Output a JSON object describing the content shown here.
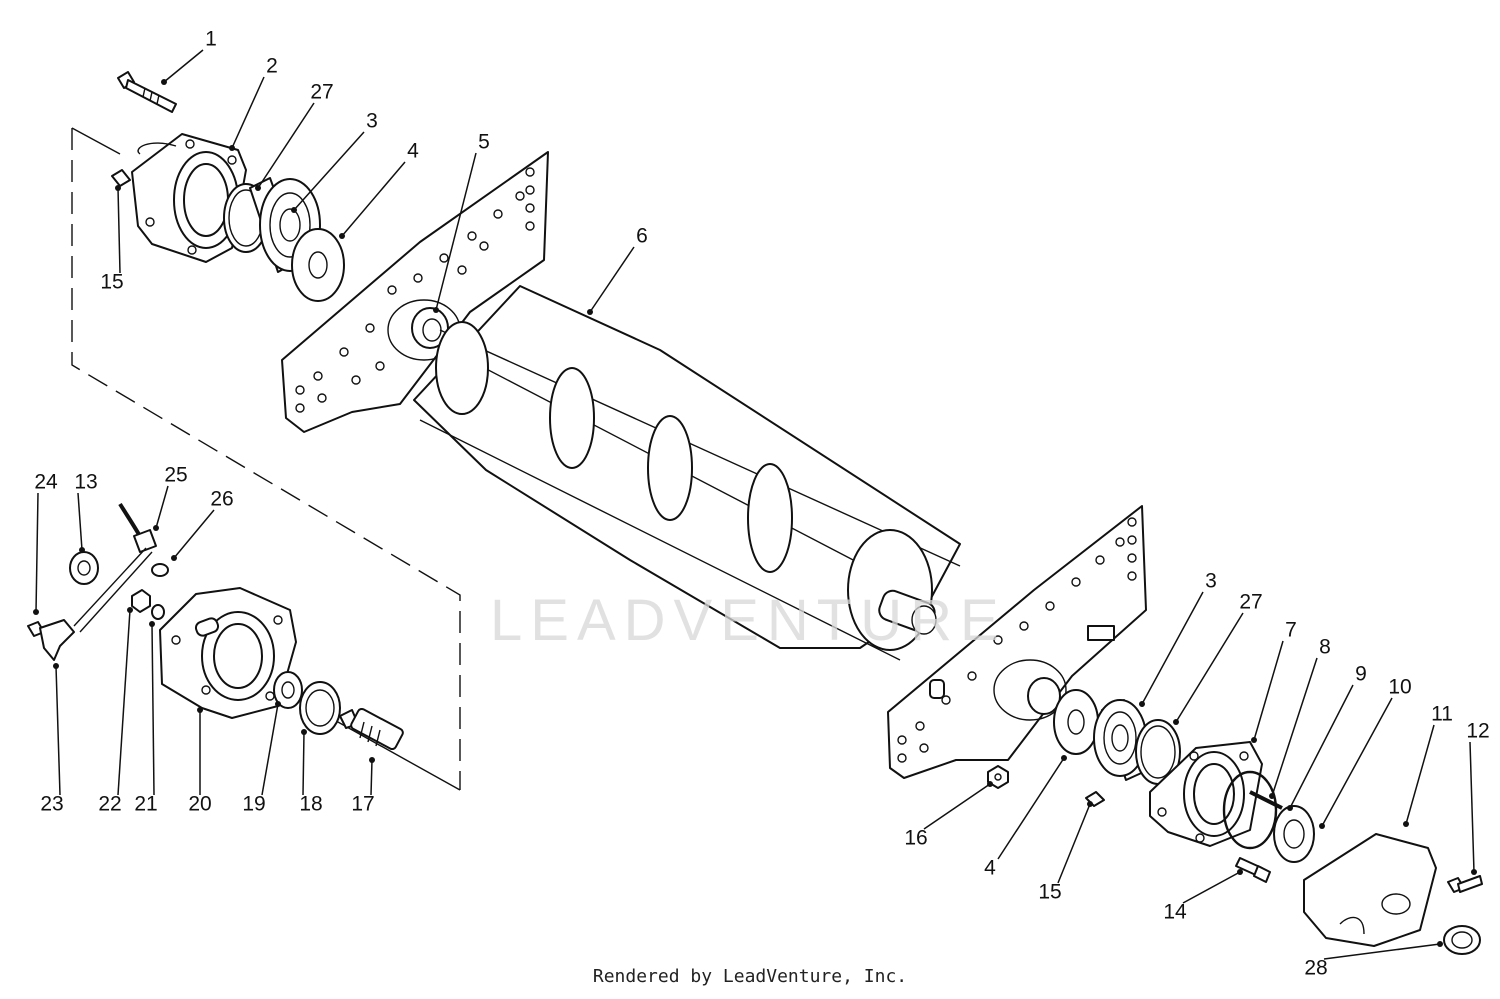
{
  "diagram": {
    "watermark": "LEADVENTURE",
    "footer": "Rendered by LeadVenture, Inc.",
    "callouts": [
      "1",
      "2",
      "27",
      "3",
      "4",
      "5",
      "6",
      "15",
      "24",
      "13",
      "25",
      "26",
      "23",
      "22",
      "21",
      "20",
      "19",
      "18",
      "17",
      "3",
      "27",
      "7",
      "8",
      "9",
      "10",
      "11",
      "12",
      "16",
      "4",
      "15",
      "14",
      "28"
    ]
  }
}
